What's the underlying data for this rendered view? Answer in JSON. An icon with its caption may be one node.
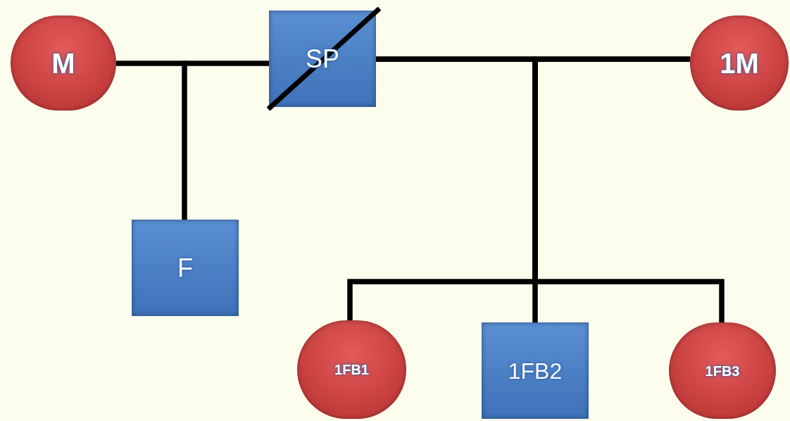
{
  "diagram": {
    "nodes": [
      {
        "text": [
          "M"
        ]
      },
      {
        "text": [
          "SP"
        ]
      },
      {
        "text": [
          "1M"
        ]
      },
      {
        "text": [
          "F"
        ]
      },
      {
        "text": [
          "1FB1"
        ]
      },
      {
        "text": [
          "1FB2"
        ]
      },
      {
        "text": [
          "1FB3"
        ]
      }
    ],
    "edges": [
      {
        "from": 0,
        "to": 1,
        "arrow": "none"
      },
      {
        "from": 0,
        "to": 3,
        "arrow": "none"
      },
      {
        "from": 1,
        "to": 3,
        "arrow": "none"
      },
      {
        "from": 1,
        "to": 2,
        "arrow": "none"
      },
      {
        "from": 1,
        "to": 4,
        "arrow": "none"
      },
      {
        "from": 1,
        "to": 5,
        "arrow": "none"
      },
      {
        "from": 1,
        "to": 6,
        "arrow": "none"
      },
      {
        "from": 2,
        "to": 4,
        "arrow": "none"
      },
      {
        "from": 2,
        "to": 5,
        "arrow": "none"
      },
      {
        "from": 2,
        "to": 6,
        "arrow": "none"
      }
    ]
  }
}
